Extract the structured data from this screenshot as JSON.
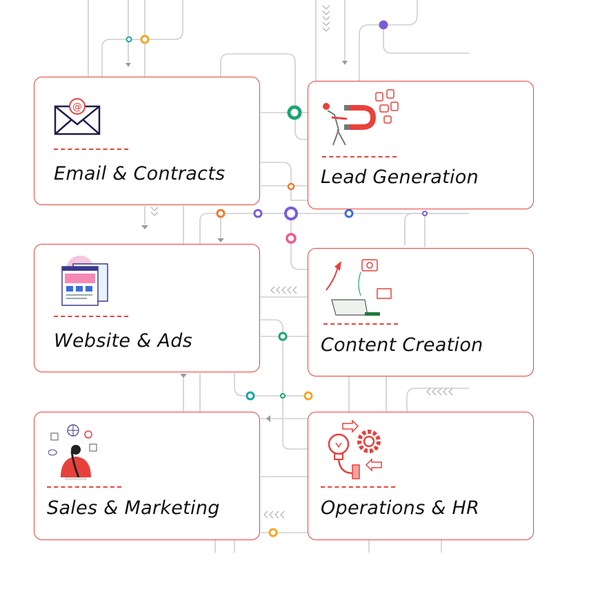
{
  "colors": {
    "accent": "#e8413c",
    "line": "#c9c9c9",
    "dot_orange": "#f5a623",
    "dot_teal": "#1aa6a6",
    "dot_green": "#19a56f",
    "dot_purple": "#7b5cd6",
    "dot_pink": "#ec5a8c",
    "dot_blue": "#3a6fd8",
    "dot_red_orange": "#f07a2a"
  },
  "cards": [
    {
      "id": "email",
      "label": "Email & Contracts",
      "icon": "envelope-icon"
    },
    {
      "id": "lead",
      "label": "Lead Generation",
      "icon": "magnet-icon"
    },
    {
      "id": "website",
      "label": "Website & Ads",
      "icon": "webpage-icon"
    },
    {
      "id": "content",
      "label": "Content Creation",
      "icon": "laptop-icon"
    },
    {
      "id": "sales",
      "label": "Sales & Marketing",
      "icon": "marketer-icon"
    },
    {
      "id": "ops",
      "label": "Operations & HR",
      "icon": "gears-icon"
    }
  ]
}
